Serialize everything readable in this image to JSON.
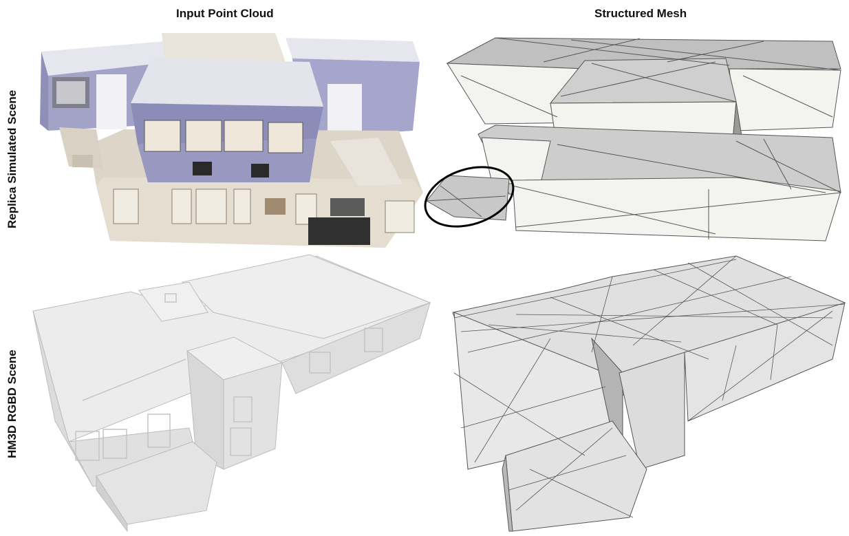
{
  "columns": {
    "left": "Input Point Cloud",
    "right": "Structured Mesh"
  },
  "rows": {
    "top": "Replica Simulated Scene",
    "bottom": "HM3D RGBD Scene"
  },
  "colors": {
    "wall_lavender": "#9c9cc4",
    "ceiling": "#e8e8f0",
    "beige": "#ddd6c8",
    "mesh_light": "#f3f3f0",
    "mesh_gray": "#c8c8c8",
    "edge": "#555555"
  }
}
